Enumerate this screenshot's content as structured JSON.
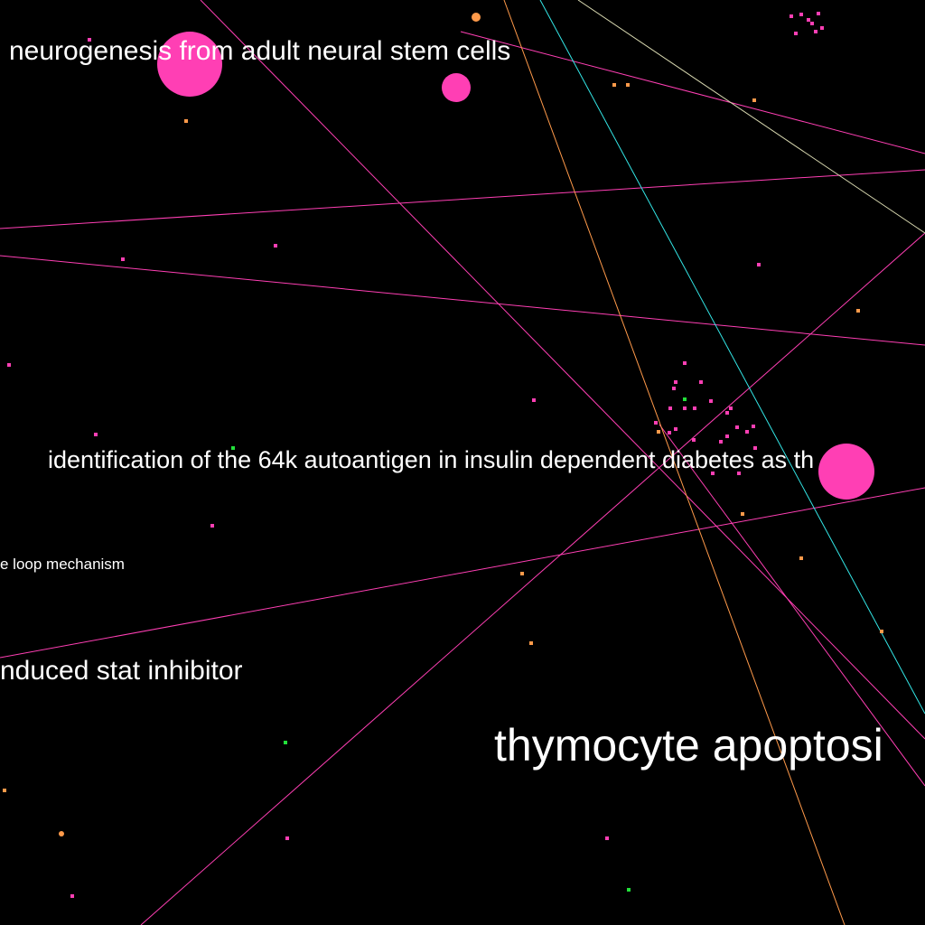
{
  "view": {
    "background": "#000000",
    "colors": {
      "pink": "#ff3fb4",
      "orange": "#ff9a4a",
      "green": "#22e03a",
      "cyan": "#33e6e6",
      "pale": "#d8d8b0",
      "text": "#ffffff"
    }
  },
  "labels": [
    {
      "id": "neurogenesis",
      "text": "neurogenesis from adult neural stem cells"
    },
    {
      "id": "autoantigen",
      "text": "identification of the 64k autoantigen in insulin dependent diabetes as th"
    },
    {
      "id": "loop",
      "text": "e loop mechanism"
    },
    {
      "id": "stat",
      "text": "nduced stat inhibitor"
    },
    {
      "id": "thymocyte",
      "text": "thymocyte apoptosi"
    }
  ]
}
